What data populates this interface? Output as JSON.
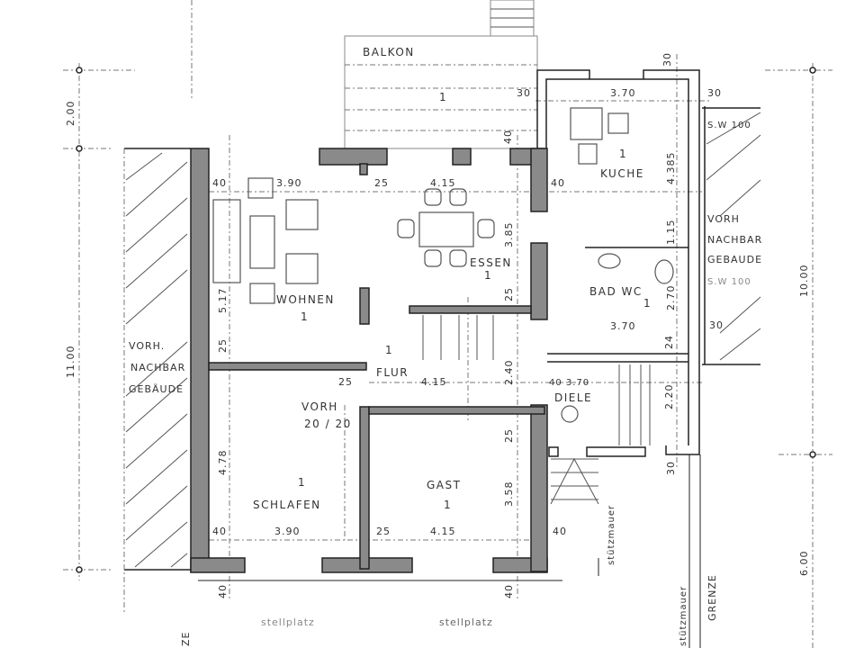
{
  "rooms": {
    "balkon": {
      "name": "BALKON",
      "num": "1"
    },
    "kueche": {
      "name": "KUCHE",
      "num": "1"
    },
    "essen": {
      "name": "ESSEN",
      "num": "1"
    },
    "wohnen": {
      "name": "WOHNEN",
      "num": "1"
    },
    "bad": {
      "name": "BAD WC",
      "num": "1"
    },
    "flur": {
      "name": "FLUR",
      "num": "1"
    },
    "diele": {
      "name": "DIELE"
    },
    "vorh": {
      "line1": "VORH",
      "line2": "20 / 20"
    },
    "schlafen": {
      "name": "SCHLAFEN",
      "num": "1"
    },
    "gast": {
      "name": "GAST",
      "num": "1"
    }
  },
  "neighbors": {
    "left": {
      "line1": "VORH.",
      "line2": "NACHBAR",
      "line3": "GEBÄUDE"
    },
    "right": {
      "line1": "VORH",
      "line2": "NACHBAR",
      "line3": "GEBAUDE",
      "sw_top": "S.W 100",
      "sw_bottom": "S.W 100"
    }
  },
  "site": {
    "stellplatz_left": "stellplatz",
    "stellplatz_right": "stellplatz",
    "stuetzmauer_small": "stützmauer",
    "stuetzmauer": "stützmauer",
    "grenze": "GRENZE",
    "grenze_cut": "ZE"
  },
  "overall_dimensions": {
    "left_top": "2.00",
    "left_main": "11.00",
    "right_main": "10.00",
    "right_bottom": "6.00"
  },
  "dimensions": [
    "40",
    "3.90",
    "25",
    "4.15",
    "40",
    "30",
    "3.70",
    "30",
    "30",
    "40",
    "25",
    "4.15",
    "40 3.70",
    "40",
    "3.90",
    "25",
    "4.15",
    "40",
    "40",
    "40",
    "30",
    "3.70",
    "5.17",
    "25",
    "4.78",
    "3.85",
    "25",
    "2.40",
    "25",
    "3.58",
    "4.385",
    "1.15",
    "2.70",
    "24",
    "2.20",
    "30",
    "25"
  ]
}
